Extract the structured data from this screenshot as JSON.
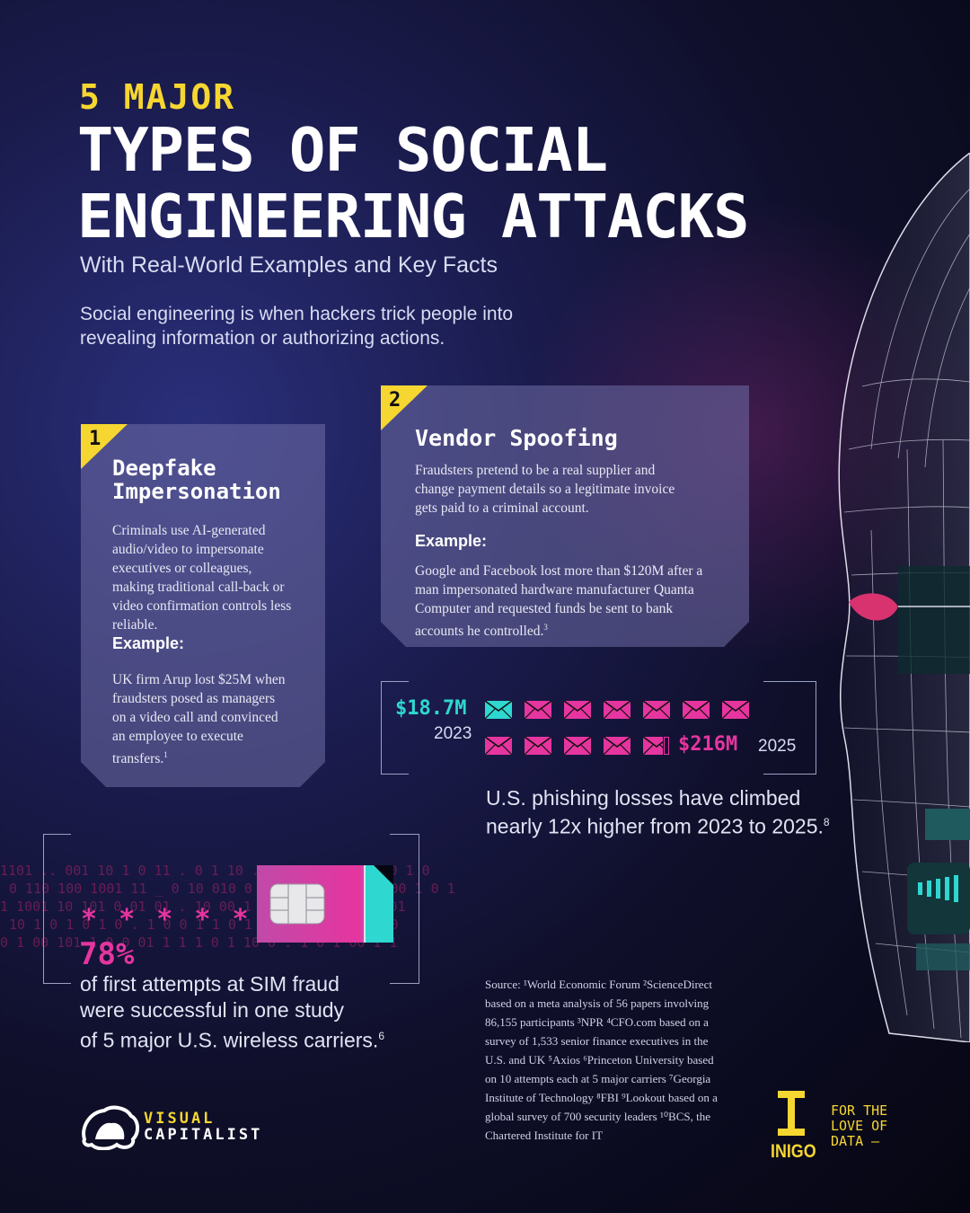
{
  "header": {
    "kicker": "5 MAJOR",
    "title_line1": "TYPES OF SOCIAL",
    "title_line2": "ENGINEERING ATTACKS",
    "subtitle": "With Real-World Examples and Key Facts",
    "intro": "Social engineering is when hackers trick people into revealing information or authorizing actions."
  },
  "cards": [
    {
      "number": "1",
      "title_line1": "Deepfake",
      "title_line2": "Impersonation",
      "body": "Criminals use AI-generated audio/video to impersonate executives or colleagues, making traditional call-back or video confirmation controls less reliable.",
      "example_label": "Example:",
      "example": "UK firm Arup lost $25M when fraudsters posed as managers on a video call and convinced an employee to execute transfers.",
      "footnote": "1"
    },
    {
      "number": "2",
      "title": "Vendor Spoofing",
      "body": "Fraudsters pretend to be a real supplier and change payment details so a legitimate invoice gets paid to a criminal account.",
      "example_label": "Example:",
      "example": "Google and Facebook lost more than $120M after a man impersonated hardware manufacturer Quanta Computer and requested funds be sent to bank accounts he controlled.",
      "footnote": "3"
    }
  ],
  "phishing": {
    "start_value": "$18.7M",
    "start_year": "2023",
    "end_value": "$216M",
    "end_year": "2025",
    "caption": "U.S. phishing losses have climbed nearly 12x higher from 2023 to 2025.",
    "footnote": "8",
    "colors": {
      "start": "#2ed8d0",
      "end": "#e6359f"
    }
  },
  "sim": {
    "stars": "* * * * *",
    "percent": "78%",
    "caption_line1": "of first attempts at SIM fraud",
    "caption_line2": "were successful in one study",
    "caption_line3": "of 5 major U.S. wireless carriers.",
    "footnote": "6",
    "binary_rows": [
      "1101 ..  001 10 1 0 11  .  0 1 10  .. 1010 001 1000  0 1 0",
      "0 110 100 1001 11 _ 0 10 010 0 1 001 0  . 1 0 1 00 1 0 1",
      "1 1001 10 101  0 01 01   .  10 00 1 0 1 0 1 01 00 1 01",
      "10   1 0  1 0 1 0  .  1 0 0 1 1 0  1 0 0 01 1 10 001 0",
      "0 1 00 101 1 0  0 01  1 1 1 0 1 10 0  . 1 0 1 00 1 1"
    ]
  },
  "source": {
    "text": "Source: ¹World Economic Forum ²ScienceDirect based on a meta analysis of 56 papers involving 86,155 participants ³NPR ⁴CFO.com based on a survey of 1,533 senior finance executives in the U.S. and UK ⁵Axios ⁶Princeton University based on 10 attempts each at 5 major carriers ⁷Georgia Institute of Technology ⁸FBI ⁹Lookout based on a global survey of 700 security leaders ¹⁰BCS, the Chartered Institute for IT"
  },
  "brand": {
    "vc_line1": "VISUAL",
    "vc_line2": "CAPITALIST",
    "inigo": "INIGO",
    "tagline_line1": "FOR THE",
    "tagline_line2": "LOVE OF",
    "tagline_line3": "DATA",
    "accent": "#f6d630"
  }
}
